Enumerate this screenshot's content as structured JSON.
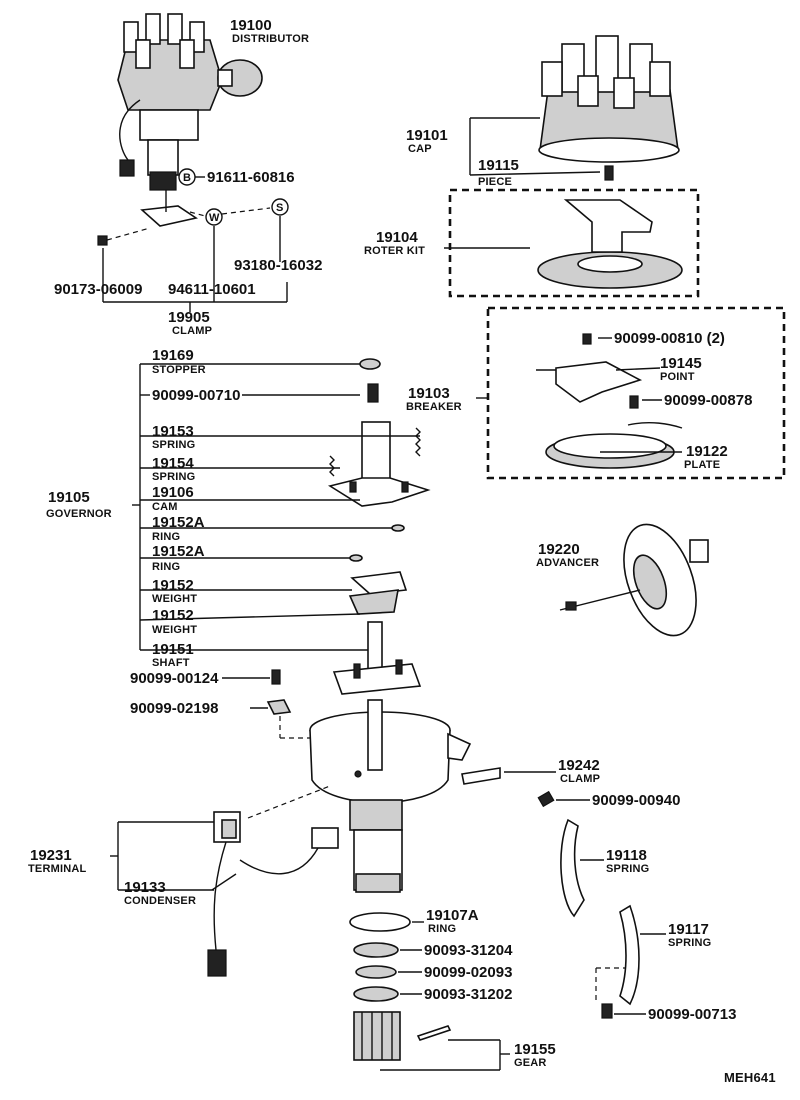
{
  "labels": {
    "distributor": {
      "num": "19100",
      "name": "DISTRIBUTOR"
    },
    "b_part": {
      "sym": "B",
      "num": "91611-60816"
    },
    "w_sym": "W",
    "s_sym": "S",
    "nut": "90173-06009",
    "washer": "94611-10601",
    "spring_washer": "93180-16032",
    "clamp_top": {
      "num": "19905",
      "name": "CLAMP"
    },
    "cap": {
      "num": "19101",
      "name": "CAP"
    },
    "piece": {
      "num": "19115",
      "name": "PIECE"
    },
    "rotor": {
      "num": "19104",
      "name": "ROTER KIT"
    },
    "screw_810": "90099-00810 (2)",
    "point": {
      "num": "19145",
      "name": "POINT"
    },
    "breaker": {
      "num": "19103",
      "name": "BREAKER"
    },
    "screw_878": "90099-00878",
    "plate": {
      "num": "19122",
      "name": "PLATE"
    },
    "stopper": {
      "num": "19169",
      "name": "STOPPER"
    },
    "screw_710": "90099-00710",
    "spring_153": {
      "num": "19153",
      "name": "SPRING"
    },
    "spring_154": {
      "num": "19154",
      "name": "SPRING"
    },
    "governor": {
      "num": "19105",
      "name": "GOVERNOR"
    },
    "cam": {
      "num": "19106",
      "name": "CAM"
    },
    "ring_a1": {
      "num": "19152A",
      "name": "RING"
    },
    "ring_a2": {
      "num": "19152A",
      "name": "RING"
    },
    "weight_1": {
      "num": "19152",
      "name": "WEIGHT"
    },
    "weight_2": {
      "num": "19152",
      "name": "WEIGHT"
    },
    "shaft": {
      "num": "19151",
      "name": "SHAFT"
    },
    "screw_124": "90099-00124",
    "washer_198": "90099-02198",
    "advancer": {
      "num": "19220",
      "name": "ADVANCER"
    },
    "clamp_242": {
      "num": "19242",
      "name": "CLAMP"
    },
    "bolt_940": "90099-00940",
    "terminal": {
      "num": "19231",
      "name": "TERMINAL"
    },
    "condenser": {
      "num": "19133",
      "name": "CONDENSER"
    },
    "spring_118": {
      "num": "19118",
      "name": "SPRING"
    },
    "ring_107": {
      "num": "19107A",
      "name": "RING"
    },
    "spring_117": {
      "num": "19117",
      "name": "SPRING"
    },
    "washer_31204": "90093-31204",
    "washer_02093": "90099-02093",
    "washer_31202": "90093-31202",
    "screw_713": "90099-00713",
    "gear": {
      "num": "19155",
      "name": "GEAR"
    },
    "code": "MEH641"
  },
  "colors": {
    "ink": "#111111",
    "paper": "#ffffff",
    "shade": "#cfcfcf"
  }
}
